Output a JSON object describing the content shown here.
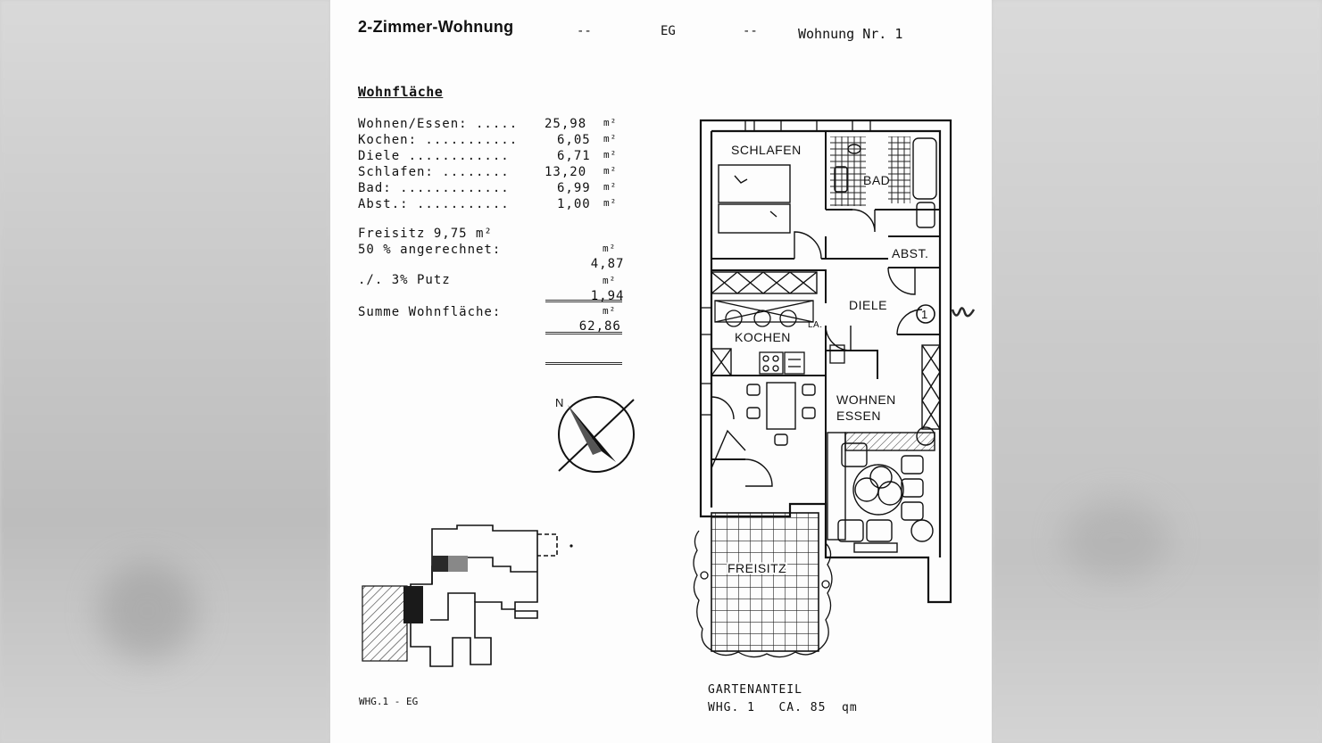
{
  "header": {
    "title": "2-Zimmer-Wohnung",
    "dash1": "--",
    "floor": "EG",
    "dash2": "--",
    "apartment_number": "Wohnung Nr. 1"
  },
  "area_table": {
    "heading": "Wohnfläche",
    "rooms": [
      {
        "label": "Wohnen/Essen: .....",
        "value": "25,98",
        "unit": "m²"
      },
      {
        "label": "Kochen: ...........",
        "value": "6,05",
        "unit": "m²"
      },
      {
        "label": "Diele ............",
        "value": "6,71",
        "unit": "m²"
      },
      {
        "label": "Schlafen: ........",
        "value": "13,20",
        "unit": "m²"
      },
      {
        "label": "Bad: .............",
        "value": "6,99",
        "unit": "m²"
      },
      {
        "label": "Abst.: ...........",
        "value": "1,00",
        "unit": "m²"
      }
    ],
    "freisitz_label": "Freisitz 9,75 m²",
    "angerechnet_label": "50 % angerechnet:",
    "angerechnet_value": "4,87",
    "putz_label": "./. 3% Putz",
    "putz_value": "1,94",
    "sum_label": "Summe Wohnfläche:",
    "sum_value": "62,86",
    "unit": "m²"
  },
  "floorplan": {
    "rooms": {
      "schlafen": "SCHLAFEN",
      "bad": "BAD",
      "abst": "ABST.",
      "diele": "DIELE",
      "la": "LA.",
      "kochen": "KOCHEN",
      "wohnen": "WOHNEN",
      "essen": "ESSEN",
      "freisitz": "FREISITZ"
    },
    "unit_marker": "1",
    "compass_letter": "N",
    "garden_line1": "GARTENANTEIL",
    "garden_line2": "WHG. 1   CA. 85  qm"
  },
  "site_plan": {
    "caption": "WHG.1 - EG"
  },
  "colors": {
    "ink": "#111111",
    "paper": "#fdfdfd",
    "backdrop": "#cfcfcf"
  }
}
